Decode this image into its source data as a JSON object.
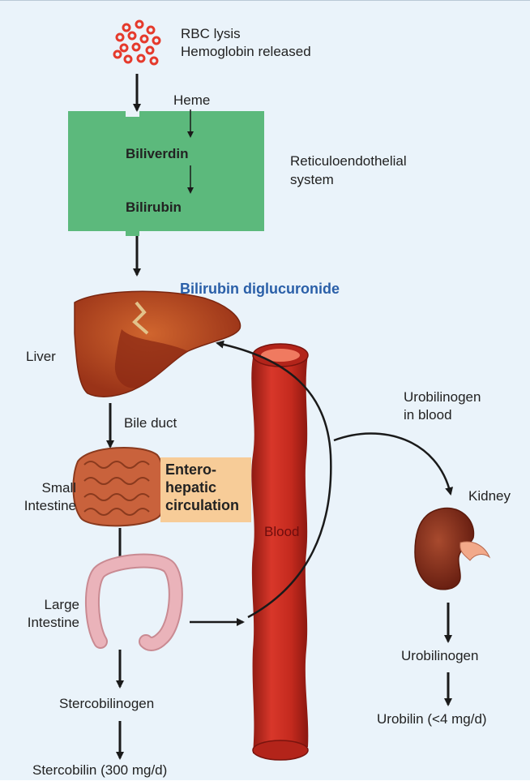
{
  "labels": {
    "rbc_lysis": "RBC lysis",
    "hemoglobin": "Hemoglobin released",
    "heme": "Heme",
    "biliverdin": "Biliverdin",
    "bilirubin": "Bilirubin",
    "res_line1": "Reticuloendothelial",
    "res_line2": "system",
    "bilirubin_diglucuronide": "Bilirubin diglucuronide",
    "liver": "Liver",
    "bile_duct": "Bile duct",
    "small_intestine_1": "Small",
    "small_intestine_2": "Intestine",
    "entero_1": "Entero-",
    "entero_2": "hepatic",
    "entero_3": "circulation",
    "blood": "Blood",
    "urobilinogen_blood_1": "Urobilinogen",
    "urobilinogen_blood_2": "in blood",
    "kidney": "Kidney",
    "large_intestine_1": "Large",
    "large_intestine_2": "Intestine",
    "stercobilinogen": "Stercobilinogen",
    "stercobilin": "Stercobilin (300 mg/d)",
    "urobilinogen": "Urobilinogen",
    "urobilin": "Urobilin (<4 mg/d)"
  },
  "colors": {
    "background": "#eaf3fa",
    "res_box": "#5cb97c",
    "entero_box": "#f7cc98",
    "blood_vessel": "#c8261c",
    "liver": "#b3421e",
    "intestine": "#c9623c",
    "large_intestine": "#eab3ba",
    "kidney": "#8f3220",
    "rbc": "#e53a2c",
    "title_blue": "#2a5fa8"
  }
}
